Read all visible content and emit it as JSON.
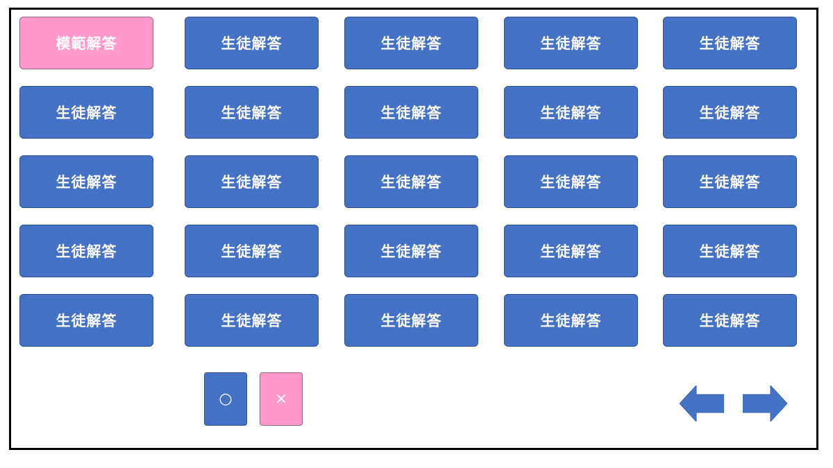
{
  "grid": {
    "rows": [
      [
        {
          "label": "模範解答",
          "kind": "model",
          "color": "#ff99cc"
        },
        {
          "label": "生徒解答",
          "kind": "student",
          "color": "#4472c4"
        },
        {
          "label": "生徒解答",
          "kind": "student",
          "color": "#4472c4"
        },
        {
          "label": "生徒解答",
          "kind": "student",
          "color": "#4472c4"
        },
        {
          "label": "生徒解答",
          "kind": "student",
          "color": "#4472c4"
        }
      ],
      [
        {
          "label": "生徒解答",
          "kind": "student",
          "color": "#4472c4"
        },
        {
          "label": "生徒解答",
          "kind": "student",
          "color": "#4472c4"
        },
        {
          "label": "生徒解答",
          "kind": "student",
          "color": "#4472c4"
        },
        {
          "label": "生徒解答",
          "kind": "student",
          "color": "#4472c4"
        },
        {
          "label": "生徒解答",
          "kind": "student",
          "color": "#4472c4"
        }
      ],
      [
        {
          "label": "生徒解答",
          "kind": "student",
          "color": "#4472c4"
        },
        {
          "label": "生徒解答",
          "kind": "student",
          "color": "#4472c4"
        },
        {
          "label": "生徒解答",
          "kind": "student",
          "color": "#4472c4"
        },
        {
          "label": "生徒解答",
          "kind": "student",
          "color": "#4472c4"
        },
        {
          "label": "生徒解答",
          "kind": "student",
          "color": "#4472c4"
        }
      ],
      [
        {
          "label": "生徒解答",
          "kind": "student",
          "color": "#4472c4"
        },
        {
          "label": "生徒解答",
          "kind": "student",
          "color": "#4472c4"
        },
        {
          "label": "生徒解答",
          "kind": "student",
          "color": "#4472c4"
        },
        {
          "label": "生徒解答",
          "kind": "student",
          "color": "#4472c4"
        },
        {
          "label": "生徒解答",
          "kind": "student",
          "color": "#4472c4"
        }
      ],
      [
        {
          "label": "生徒解答",
          "kind": "student",
          "color": "#4472c4"
        },
        {
          "label": "生徒解答",
          "kind": "student",
          "color": "#4472c4"
        },
        {
          "label": "生徒解答",
          "kind": "student",
          "color": "#4472c4"
        },
        {
          "label": "生徒解答",
          "kind": "student",
          "color": "#4472c4"
        },
        {
          "label": "生徒解答",
          "kind": "student",
          "color": "#4472c4"
        }
      ]
    ]
  },
  "controls": {
    "correct_label": "○",
    "wrong_label": "×",
    "prev_icon": "arrow-left-icon",
    "next_icon": "arrow-right-icon"
  },
  "colors": {
    "student": "#4472c4",
    "model": "#ff99cc",
    "frame": "#000000"
  }
}
